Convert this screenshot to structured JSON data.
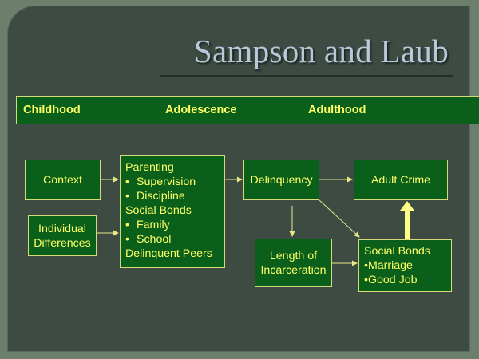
{
  "title": "Sampson and Laub",
  "stages": [
    "Childhood",
    "Adolescence",
    "Adulthood"
  ],
  "nodes": {
    "context": {
      "label": "Context"
    },
    "individual": {
      "lines": [
        "Individual",
        "Differences"
      ]
    },
    "parenting": {
      "items": [
        {
          "text": "Parenting"
        },
        {
          "text": "Supervision",
          "bullet": "•"
        },
        {
          "text": "Discipline",
          "bullet": "•"
        },
        {
          "text": "Social Bonds"
        },
        {
          "text": "Family",
          "bullet": "•"
        },
        {
          "text": "School",
          "bullet": "•"
        },
        {
          "text": "Delinquent Peers"
        }
      ]
    },
    "delinquency": {
      "label": "Delinquency"
    },
    "adult_crime": {
      "label": "Adult Crime"
    },
    "incarceration": {
      "lines": [
        "Length of",
        "Incarceration"
      ]
    },
    "social_bonds": {
      "items": [
        {
          "text": "Social Bonds"
        },
        {
          "text": "Marriage",
          "bullet": "•"
        },
        {
          "text": "Good Job",
          "bullet": "•"
        }
      ]
    }
  },
  "colors": {
    "page_background": "#6c7e6c",
    "slide_background": "#3d4b43",
    "box_fill": "#0a5f1a",
    "box_border": "#d6d97a",
    "text": "#ffff66",
    "title": "#b7c8da",
    "arrow": "#e6e889"
  }
}
